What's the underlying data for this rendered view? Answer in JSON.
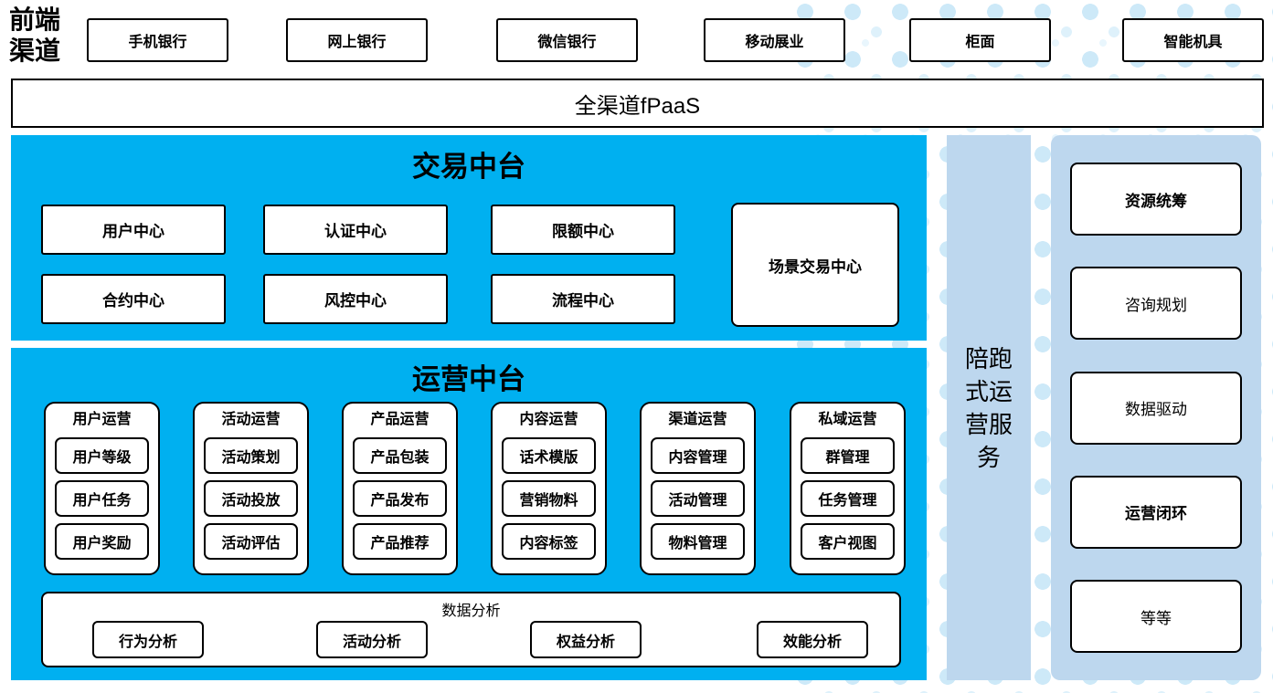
{
  "header": {
    "label": "前端渠道",
    "channels": [
      "手机银行",
      "网上银行",
      "微信银行",
      "移动展业",
      "柜面",
      "智能机具"
    ]
  },
  "paas_bar": {
    "label": "全渠道fPaaS"
  },
  "trade_platform": {
    "title": "交易中台",
    "centers": [
      "用户中心",
      "认证中心",
      "限额中心",
      "合约中心",
      "风控中心",
      "流程中心"
    ],
    "scenario_center": "场景交易中心"
  },
  "ops_platform": {
    "title": "运营中台",
    "groups": [
      {
        "title": "用户运营",
        "items": [
          "用户等级",
          "用户任务",
          "用户奖励"
        ]
      },
      {
        "title": "活动运营",
        "items": [
          "活动策划",
          "活动投放",
          "活动评估"
        ]
      },
      {
        "title": "产品运营",
        "items": [
          "产品包装",
          "产品发布",
          "产品推荐"
        ]
      },
      {
        "title": "内容运营",
        "items": [
          "话术模版",
          "营销物料",
          "内容标签"
        ]
      },
      {
        "title": "渠道运营",
        "items": [
          "内容管理",
          "活动管理",
          "物料管理"
        ]
      },
      {
        "title": "私域运营",
        "items": [
          "群管理",
          "任务管理",
          "客户视图"
        ]
      }
    ],
    "analysis": {
      "title": "数据分析",
      "items": [
        "行为分析",
        "活动分析",
        "权益分析",
        "效能分析"
      ]
    }
  },
  "side_bar": {
    "label": "陪跑式运营服务"
  },
  "right_panel": {
    "items": [
      {
        "label": "资源统筹",
        "bold": true
      },
      {
        "label": "咨询规划",
        "bold": false
      },
      {
        "label": "数据驱动",
        "bold": false
      },
      {
        "label": "运营闭环",
        "bold": true
      },
      {
        "label": "等等",
        "bold": false
      }
    ]
  },
  "colors": {
    "accent_blue": "#00B0F0",
    "light_blue": "#BDD7EE",
    "dot_blue": "#CDE9F8",
    "border": "#000000"
  }
}
